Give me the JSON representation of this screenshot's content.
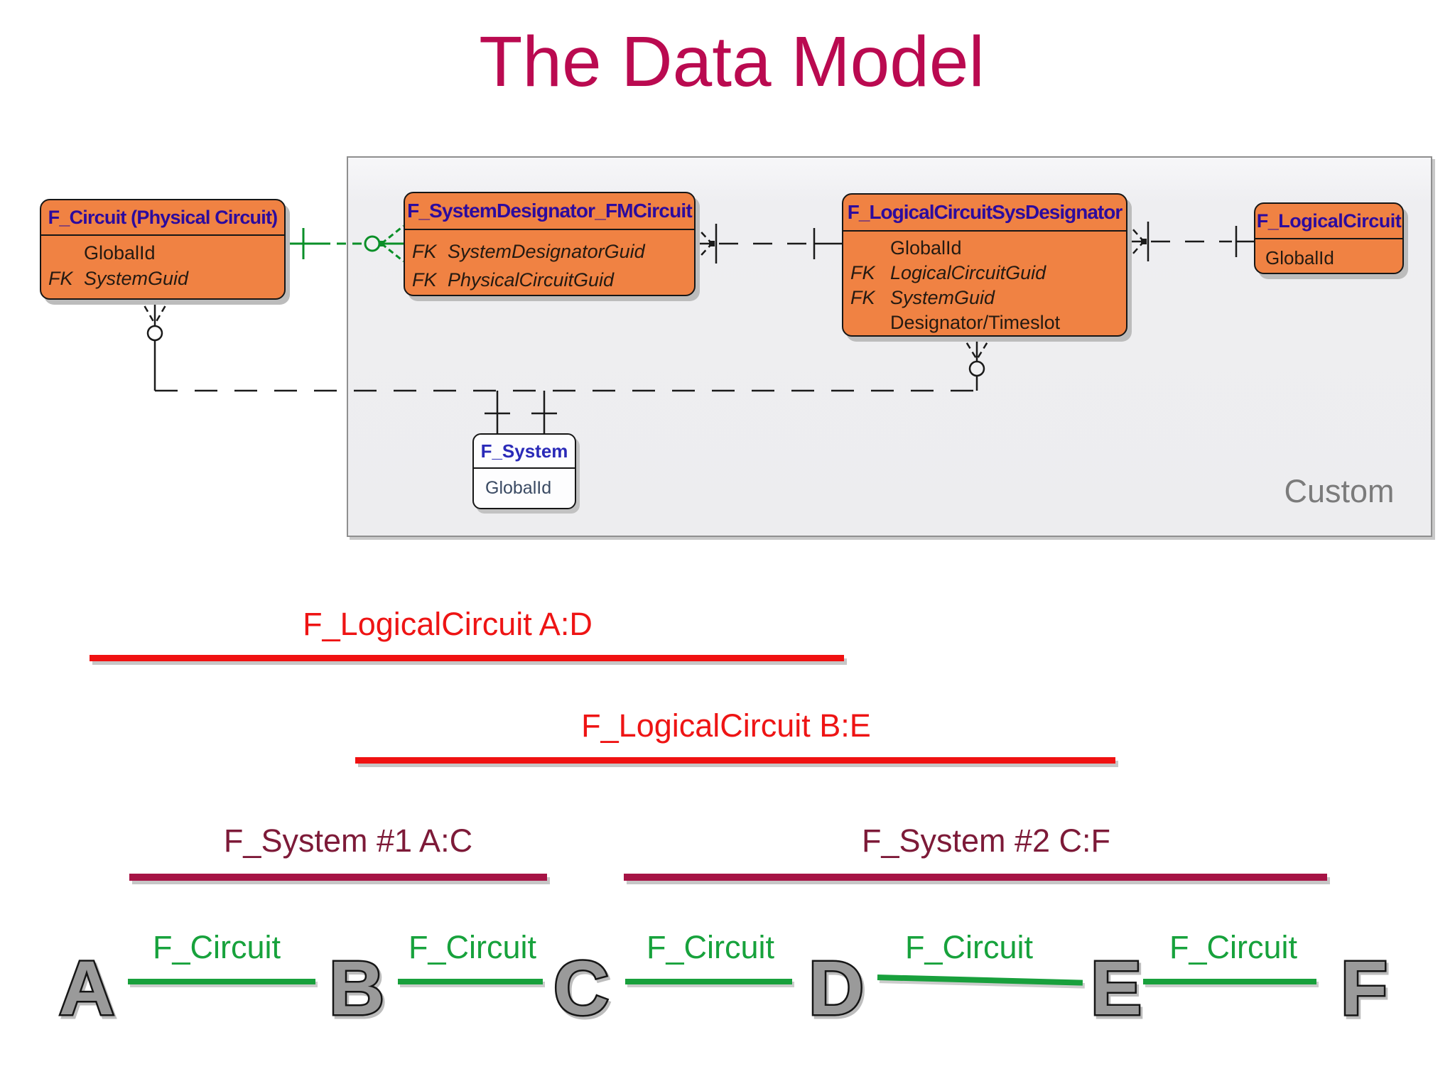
{
  "title": "The Data Model",
  "custom_region_label": "Custom",
  "colors": {
    "title_text": "#ba0a50",
    "entity_fill": "#f08243",
    "entity_header_text": "#2c0b9e",
    "region_fill": "#ededef",
    "region_border": "#8f8f8f",
    "green_connector": "#0a8f28",
    "logical_circuit_line": "#f01111",
    "system_line": "#a61345",
    "system_label_text": "#7d1a38",
    "circuit_line": "#18a03c",
    "node_letter_fill": "#9a9a9a"
  },
  "entities": [
    {
      "title": "F_Circuit (Physical Circuit)",
      "fields": [
        {
          "key": "",
          "name": "GlobalId"
        },
        {
          "key": "FK",
          "name": "SystemGuid"
        }
      ]
    },
    {
      "title": "F_SystemDesignator_FMCircuit",
      "fields": [
        {
          "key": "FK",
          "name": "SystemDesignatorGuid"
        },
        {
          "key": "FK",
          "name": "PhysicalCircuitGuid"
        }
      ]
    },
    {
      "title": "F_LogicalCircuitSysDesignator",
      "fields": [
        {
          "key": "",
          "name": "GlobalId"
        },
        {
          "key": "FK",
          "name": "LogicalCircuitGuid"
        },
        {
          "key": "FK",
          "name": "SystemGuid"
        },
        {
          "key": "",
          "name": "Designator/Timeslot"
        }
      ]
    },
    {
      "title": "F_LogicalCircuit",
      "fields": [
        {
          "key": "",
          "name": "GlobalId"
        }
      ]
    },
    {
      "title": "F_System",
      "fields": [
        {
          "key": "",
          "name": "GlobalId"
        }
      ]
    }
  ],
  "spans": {
    "logical_circuits": [
      {
        "label": "F_LogicalCircuit A:D"
      },
      {
        "label": "F_LogicalCircuit B:E"
      }
    ],
    "systems": [
      {
        "label": "F_System #1 A:C"
      },
      {
        "label": "F_System #2 C:F"
      }
    ],
    "circuits": [
      {
        "label": "F_Circuit"
      },
      {
        "label": "F_Circuit"
      },
      {
        "label": "F_Circuit"
      },
      {
        "label": "F_Circuit"
      },
      {
        "label": "F_Circuit"
      }
    ],
    "nodes": [
      "A",
      "B",
      "C",
      "D",
      "E",
      "F"
    ]
  }
}
